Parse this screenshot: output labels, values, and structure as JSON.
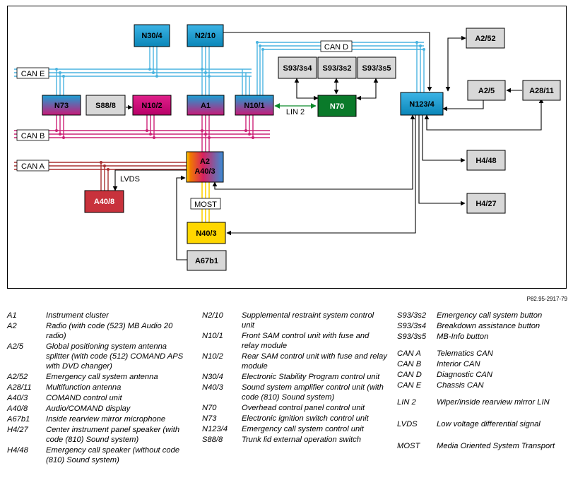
{
  "figure_id": "P82.95-2917-79",
  "buses": {
    "can_e": "CAN E",
    "can_b": "CAN B",
    "can_a": "CAN A",
    "can_d": "CAN D",
    "lin2": "LIN 2",
    "lvds": "LVDS",
    "most": "MOST"
  },
  "nodes": {
    "n30_4": "N30/4",
    "n2_10": "N2/10",
    "a2_52": "A2/52",
    "s93_3s4": "S93/3s4",
    "s93_3s2": "S93/3s2",
    "s93_3s5": "S93/3s5",
    "a2_5": "A2/5",
    "a28_11": "A28/11",
    "n73": "N73",
    "s88_8": "S88/8",
    "n10_2": "N10/2",
    "a1": "A1",
    "n10_1": "N10/1",
    "n70": "N70",
    "n123_4": "N123/4",
    "a2_line1": "A2",
    "a2_line2": "A40/3",
    "h4_48": "H4/48",
    "a40_8": "A40/8",
    "h4_27": "H4/27",
    "n40_3": "N40/3",
    "a67b1": "A67b1"
  },
  "colors": {
    "teal": "#0896c8",
    "magenta": "#cc0077",
    "green": "#0a7a2a",
    "red": "#c8323c",
    "yellow": "#ffd700",
    "gray": "#d8d8d8",
    "can_e_line": "#4ab4e0",
    "can_b_line": "#cc2277",
    "can_a_line": "#a83030"
  },
  "legend": {
    "col1": [
      {
        "code": "A1",
        "desc": "Instrument cluster"
      },
      {
        "code": "A2",
        "desc": "Radio (with code (523) MB Audio 20 radio)"
      },
      {
        "code": "A2/5",
        "desc": "Global positioning system antenna splitter (with code (512) COMAND APS with DVD changer)"
      },
      {
        "code": "A2/52",
        "desc": "Emergency call system antenna"
      },
      {
        "code": "A28/11",
        "desc": "Multifunction antenna"
      },
      {
        "code": "A40/3",
        "desc": "COMAND control unit"
      },
      {
        "code": "A40/8",
        "desc": "Audio/COMAND display"
      },
      {
        "code": "A67b1",
        "desc": "Inside rearview mirror microphone"
      },
      {
        "code": "H4/27",
        "desc": "Center instrument panel speaker (with code (810) Sound system)"
      },
      {
        "code": "H4/48",
        "desc": "Emergency call speaker (without code (810) Sound system)"
      }
    ],
    "col2": [
      {
        "code": "N2/10",
        "desc": "Supplemental restraint system control unit"
      },
      {
        "code": "N10/1",
        "desc": "Front SAM control unit with fuse and relay module"
      },
      {
        "code": "N10/2",
        "desc": "Rear SAM control unit with fuse and relay module"
      },
      {
        "code": "N30/4",
        "desc": "Electronic Stability Program control unit"
      },
      {
        "code": "N40/3",
        "desc": "Sound system amplifier control unit (with code (810) Sound system)"
      },
      {
        "code": "N70",
        "desc": "Overhead control panel control unit"
      },
      {
        "code": "N73",
        "desc": "Electronic ignition switch control unit"
      },
      {
        "code": "N123/4",
        "desc": "Emergency call system control unit"
      },
      {
        "code": "S88/8",
        "desc": "Trunk lid external operation switch"
      }
    ],
    "col3a": [
      {
        "code": "S93/3s2",
        "desc": "Emergency call system button"
      },
      {
        "code": "S93/3s4",
        "desc": "Breakdown assistance button"
      },
      {
        "code": "S93/3s5",
        "desc": "MB-Info button"
      }
    ],
    "col3b": [
      {
        "code": "CAN A",
        "desc": "Telematics CAN"
      },
      {
        "code": "CAN B",
        "desc": "Interior CAN"
      },
      {
        "code": "CAN D",
        "desc": "Diagnostic CAN"
      },
      {
        "code": "CAN E",
        "desc": "Chassis CAN"
      }
    ],
    "col3c": [
      {
        "code": "LIN 2",
        "desc": "Wiper/inside rearview mirror LIN"
      }
    ],
    "col3d": [
      {
        "code": "LVDS",
        "desc": "Low voltage differential signal"
      }
    ],
    "col3e": [
      {
        "code": "MOST",
        "desc": "Media Oriented System Transport"
      }
    ]
  }
}
